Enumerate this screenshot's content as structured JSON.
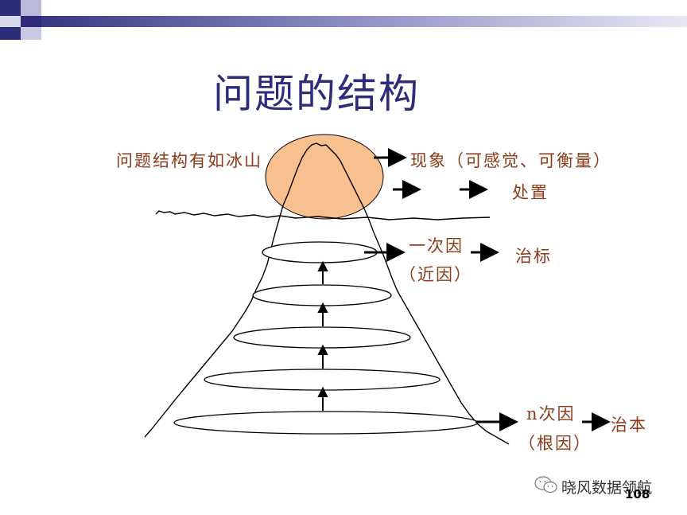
{
  "title": "问题的结构",
  "labels": {
    "iceberg": "问题结构有如冰山",
    "phenomenon": "现象（可感觉、可衡量）",
    "handle": "处置",
    "primary_cause_1": "一次因",
    "primary_cause_2": "（近因）",
    "treat_symptom": "治标",
    "nth_cause_1": "n次因",
    "nth_cause_2": "（根因）",
    "treat_root": "治本"
  },
  "watermark": "晓风数据领航",
  "page_number": "108",
  "colors": {
    "title": "#2c2c7a",
    "label": "#8b3a1a",
    "tip_fill": "#f9c08f",
    "line": "#000000"
  }
}
